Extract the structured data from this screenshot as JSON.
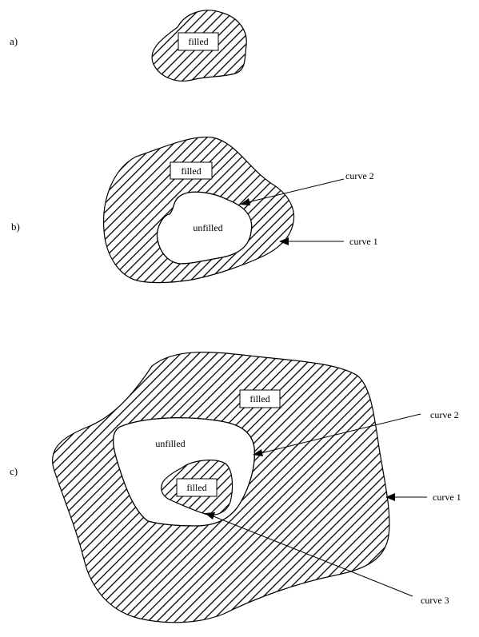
{
  "parts": {
    "a": "a)",
    "b": "b)",
    "c": "c)"
  },
  "labels": {
    "filled": "filled",
    "unfilled": "unfilled"
  },
  "curves": {
    "curve1": "curve 1",
    "curve2": "curve 2",
    "curve3": "curve 3"
  }
}
